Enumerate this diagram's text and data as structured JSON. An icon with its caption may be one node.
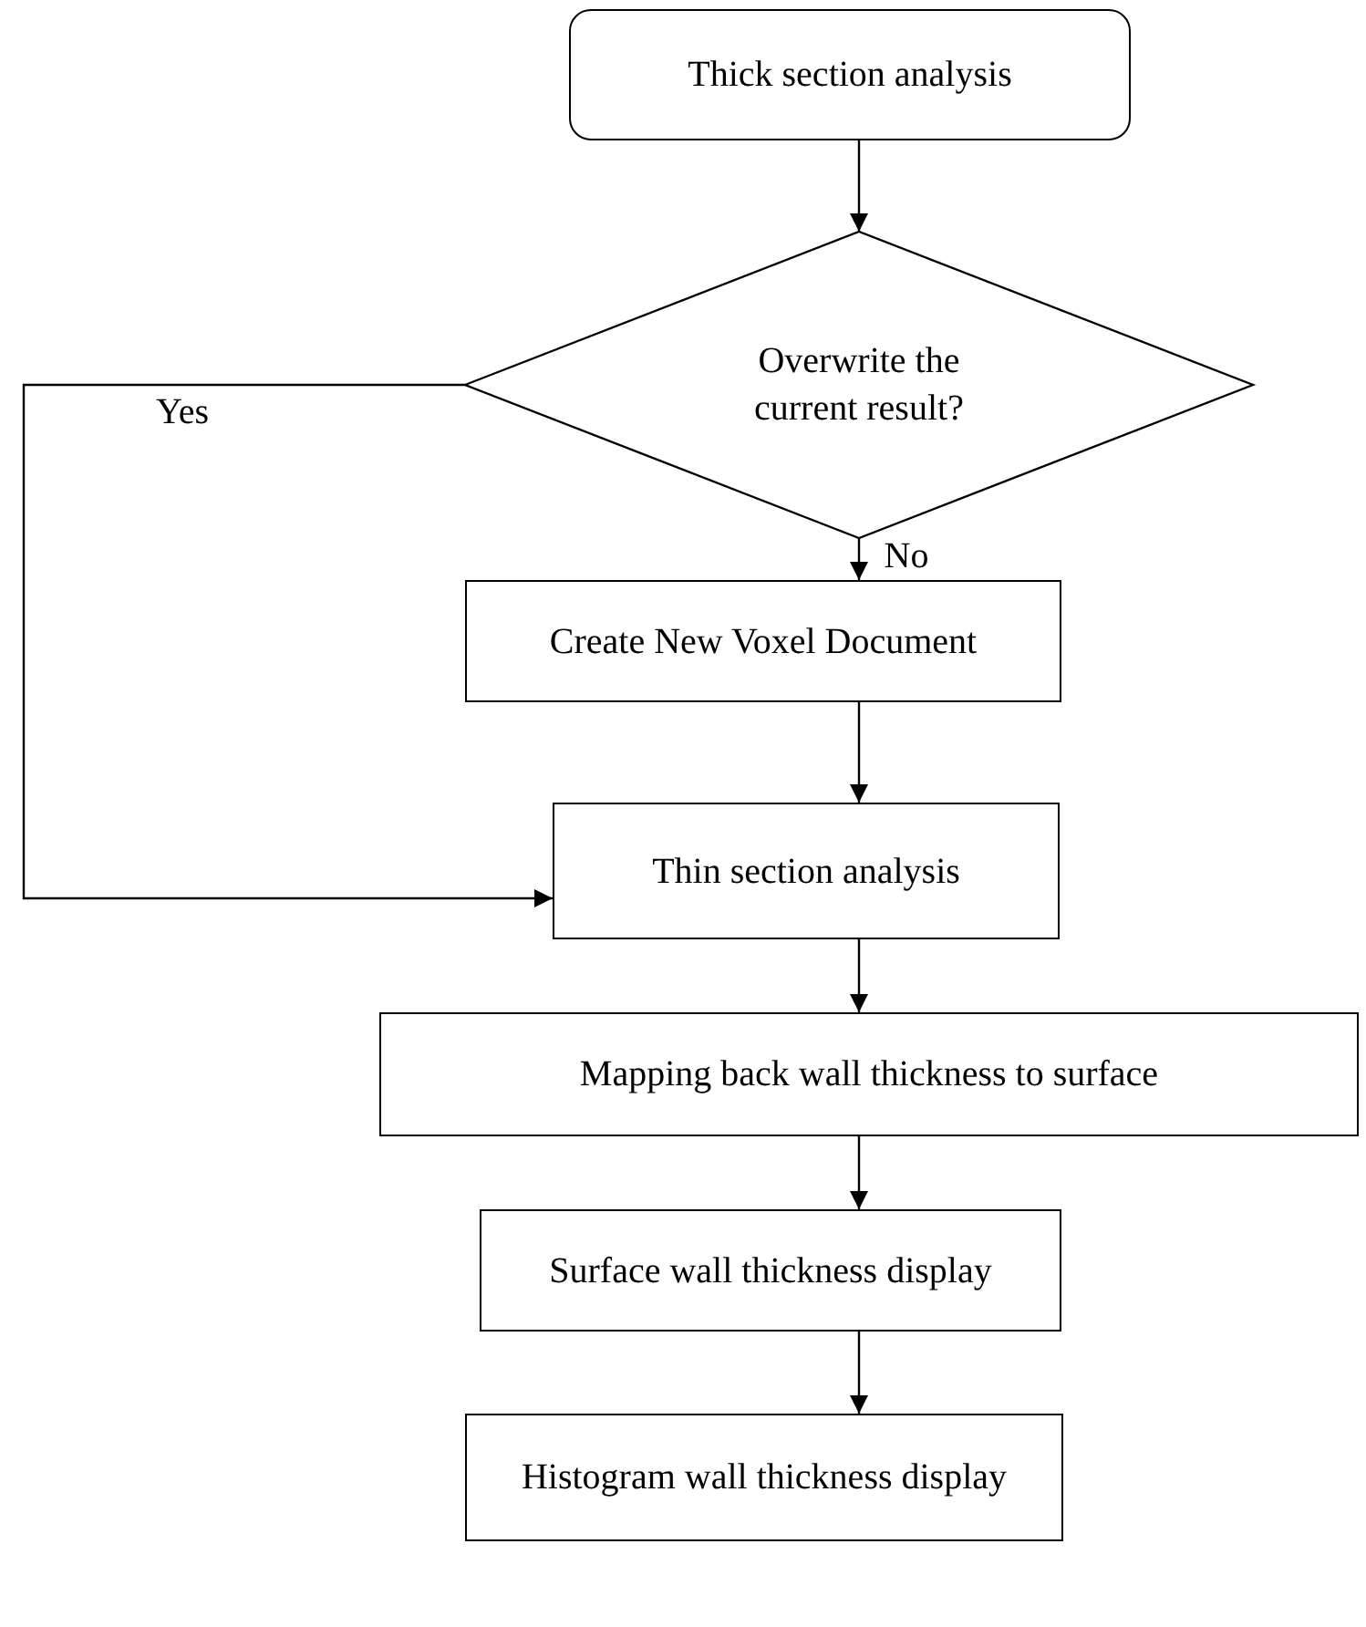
{
  "diagram": {
    "nodes": [
      {
        "text": [
          "Thick section analysis"
        ]
      },
      {
        "text": [
          "Overwrite the current result?"
        ]
      },
      {
        "text": [
          "Create New Voxel Document"
        ]
      },
      {
        "text": [
          "Thin section analysis"
        ]
      },
      {
        "text": [
          "Mapping back wall thickness to surface"
        ]
      },
      {
        "text": [
          "Surface wall thickness display"
        ]
      },
      {
        "text": [
          "Histogram wall thickness display"
        ]
      }
    ],
    "edges": [
      {
        "from": 0,
        "to": 1,
        "arrow": "to"
      },
      {
        "from": 1,
        "to": 2,
        "arrow": "to",
        "label": "No"
      },
      {
        "from": 1,
        "to": 3,
        "arrow": "to",
        "label": "Yes"
      },
      {
        "from": 2,
        "to": 3,
        "arrow": "to"
      },
      {
        "from": 3,
        "to": 4,
        "arrow": "to"
      },
      {
        "from": 4,
        "to": 5,
        "arrow": "to"
      },
      {
        "from": 5,
        "to": 6,
        "arrow": "to"
      }
    ]
  }
}
